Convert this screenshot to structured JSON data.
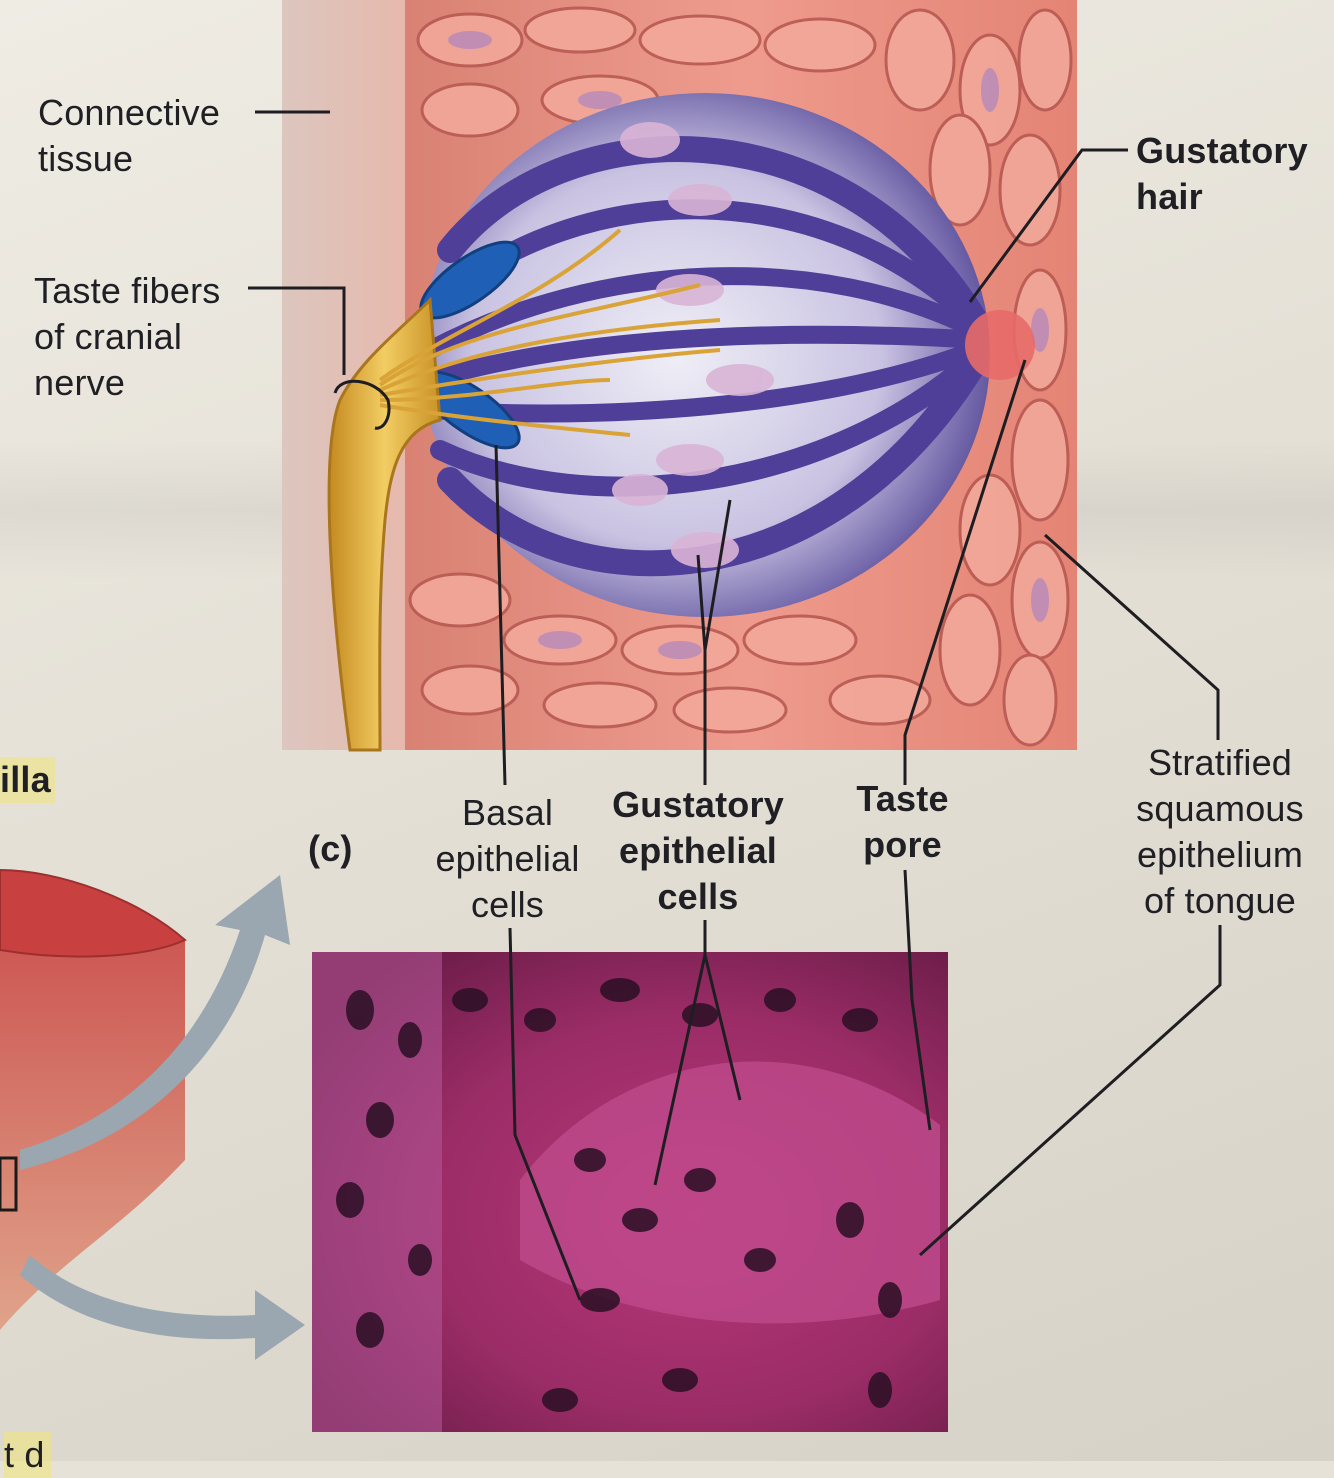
{
  "figure": {
    "panel_letter": "(c)",
    "cut_off_left_label": "illa",
    "cut_off_bottom_label": "t d"
  },
  "labels": {
    "connective_tissue": [
      "Connective",
      "tissue"
    ],
    "taste_fibers": [
      "Taste fibers",
      "of cranial",
      "nerve"
    ],
    "gustatory_hair": [
      "Gustatory",
      "hair"
    ],
    "basal_cells": [
      "Basal",
      "epithelial",
      "cells"
    ],
    "gustatory_cells": [
      "Gustatory",
      "epithelial",
      "cells"
    ],
    "taste_pore": [
      "Taste",
      "pore"
    ],
    "stratified_epithelium": [
      "Stratified",
      "squamous",
      "epithelium",
      "of tongue"
    ]
  },
  "colors": {
    "epithelium_pink": "#e58a7e",
    "gustatory_cell_purple": "#5b4aa0",
    "basal_cell_blue": "#1f5fb5",
    "nerve_yellow": "#e2b14a",
    "micrograph_magenta": "#a8306a",
    "arrow_gray": "#9aa7b0"
  }
}
